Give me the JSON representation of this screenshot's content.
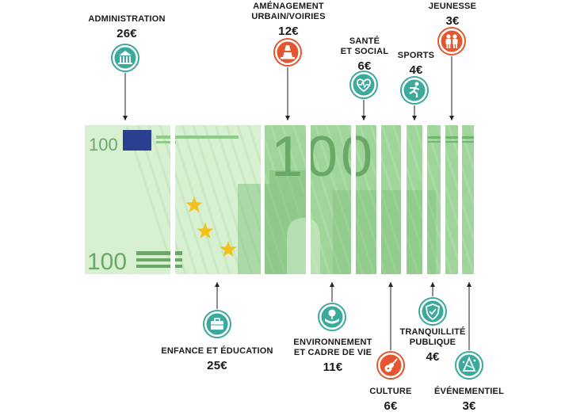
{
  "note": {
    "denomination": "100",
    "colors": {
      "bill_base": "#c6e8c0",
      "bill_light": "#d8f0d2",
      "bill_mid": "#9fd49a",
      "bill_dark": "#7bbd76",
      "digit": "#6aa867",
      "flag_blue": "#2a3f8f",
      "star": "#f2c21a"
    }
  },
  "icon_colors": {
    "teal": "#3ba99b",
    "orange": "#e3562f"
  },
  "categories": [
    {
      "id": "administration",
      "name": "ADMINISTRATION",
      "amount": "26€",
      "icon": "bank-icon",
      "color": "teal",
      "share": 26
    },
    {
      "id": "enfance",
      "name": "ENFANCE ET ÉDUCATION",
      "amount": "25€",
      "icon": "briefcase-icon",
      "color": "teal",
      "share": 25
    },
    {
      "id": "amenagement",
      "name": "AMÉNAGEMENT URBAIN/VOIRIES",
      "name_lines": [
        "AMÉNAGEMENT",
        "URBAIN/VOIRIES"
      ],
      "amount": "12€",
      "icon": "traffic-cone-icon",
      "color": "orange",
      "share": 12
    },
    {
      "id": "environnement",
      "name": "ENVIRONNEMENT ET CADRE DE VIE",
      "name_lines": [
        "ENVIRONNEMENT",
        "ET CADRE DE VIE"
      ],
      "amount": "11€",
      "icon": "tree-in-hand-icon",
      "color": "teal",
      "share": 11
    },
    {
      "id": "sante",
      "name": "SANTÉ ET SOCIAL",
      "name_lines": [
        "SANTÉ",
        "ET SOCIAL"
      ],
      "amount": "6€",
      "icon": "heartbeat-icon",
      "color": "teal",
      "share": 6
    },
    {
      "id": "culture",
      "name": "CULTURE",
      "amount": "6€",
      "icon": "guitar-icon",
      "color": "orange",
      "share": 6
    },
    {
      "id": "sports",
      "name": "SPORTS",
      "amount": "4€",
      "icon": "runner-icon",
      "color": "teal",
      "share": 4
    },
    {
      "id": "tranquillite",
      "name": "TRANQUILLITÉ PUBLIQUE",
      "name_lines": [
        "TRANQUILLITÉ",
        "PUBLIQUE"
      ],
      "amount": "4€",
      "icon": "shield-check-icon",
      "color": "teal",
      "share": 4
    },
    {
      "id": "jeunesse",
      "name": "JEUNESSE",
      "amount": "3€",
      "icon": "young-people-icon",
      "color": "orange",
      "share": 3
    },
    {
      "id": "evenementiel",
      "name": "ÉVÉNEMENTIEL",
      "amount": "3€",
      "icon": "party-hat-icon",
      "color": "teal",
      "share": 3
    }
  ]
}
